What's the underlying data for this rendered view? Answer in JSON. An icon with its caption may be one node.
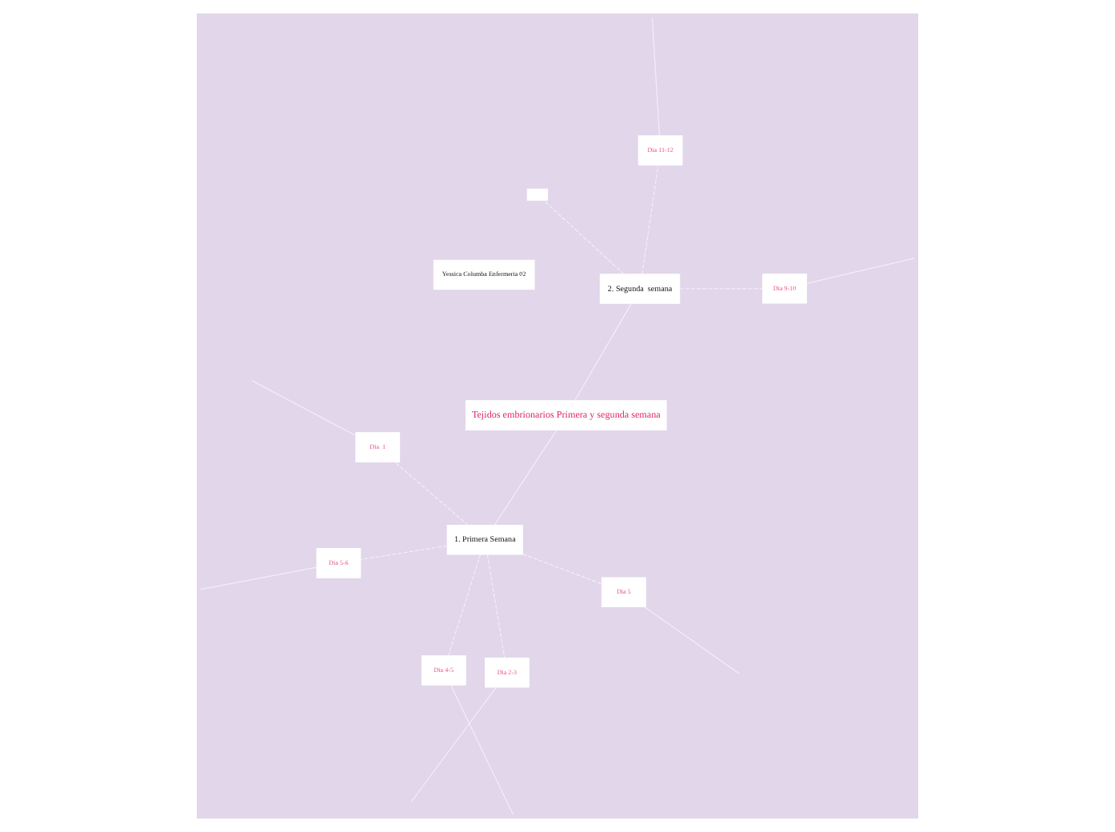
{
  "diagram": {
    "nodes": [
      {
        "text": [
          "Tejidos embrionarios Primera y segunda semana"
        ]
      },
      {
        "text": [
          "1. Primera Semana"
        ]
      },
      {
        "text": [
          "2. Segunda  semana"
        ]
      },
      {
        "text": [
          "Dia  1"
        ]
      },
      {
        "text": [
          "Dia 2-3"
        ]
      },
      {
        "text": [
          "Dia 4-5"
        ]
      },
      {
        "text": [
          "Dia 5"
        ]
      },
      {
        "text": [
          "Dia 5-6"
        ]
      },
      {
        "text": [],
        "shape": "box"
      },
      {
        "text": [
          "Dia 9-10"
        ]
      },
      {
        "text": [
          "Dia 11-12"
        ]
      },
      {
        "text": [
          "Yessica Columba Enfermeria 02"
        ]
      }
    ],
    "edges": [
      {
        "from": 0,
        "to": 1,
        "arrow": "none"
      },
      {
        "from": 0,
        "to": 2,
        "arrow": "none"
      },
      {
        "from": 1,
        "to": 3,
        "arrow": "none",
        "style": "dashed"
      },
      {
        "from": 1,
        "to": 4,
        "arrow": "none",
        "style": "dashed"
      },
      {
        "from": 1,
        "to": 5,
        "arrow": "none",
        "style": "dashed"
      },
      {
        "from": 1,
        "to": 6,
        "arrow": "none",
        "style": "dashed"
      },
      {
        "from": 1,
        "to": 7,
        "arrow": "none",
        "style": "dashed"
      },
      {
        "from": 2,
        "to": 8,
        "arrow": "none",
        "style": "dashed"
      },
      {
        "from": 2,
        "to": 9,
        "arrow": "none",
        "style": "dashed"
      },
      {
        "from": 2,
        "to": 10,
        "arrow": "none",
        "style": "dashed"
      },
      {
        "from": 3,
        "to": null,
        "arrow": "none"
      },
      {
        "from": 4,
        "to": null,
        "arrow": "none"
      },
      {
        "from": 5,
        "to": null,
        "arrow": "none"
      },
      {
        "from": 6,
        "to": null,
        "arrow": "none"
      },
      {
        "from": 7,
        "to": null,
        "arrow": "none"
      },
      {
        "from": 9,
        "to": null,
        "arrow": "none"
      },
      {
        "from": 10,
        "to": null,
        "arrow": "none"
      }
    ]
  }
}
